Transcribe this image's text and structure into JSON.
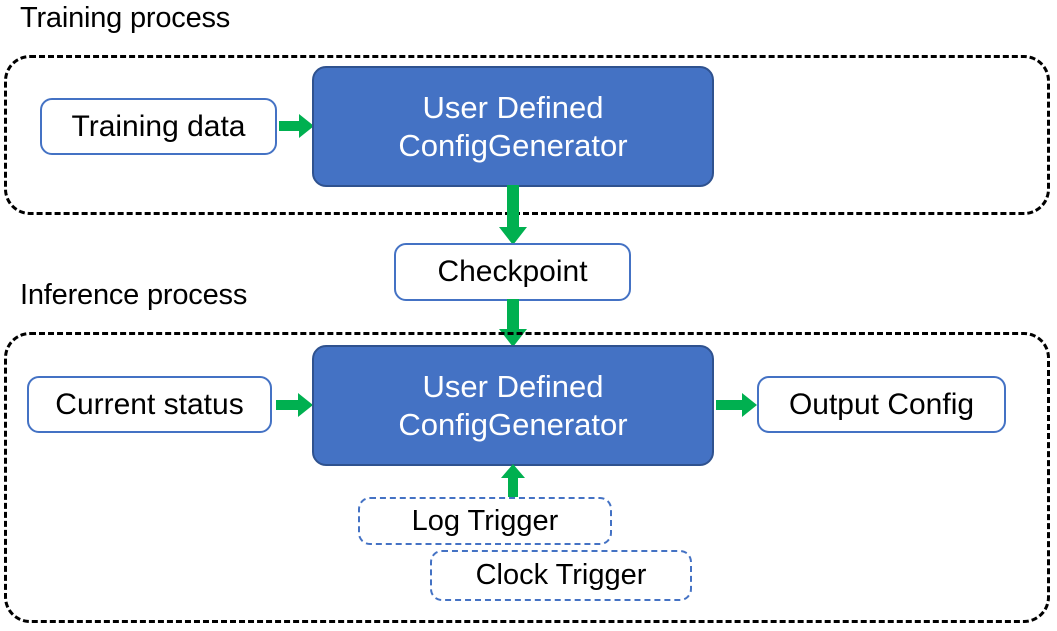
{
  "diagram": {
    "title_training": "Training process",
    "title_inference": "Inference process",
    "accent_blue": "#4472C4",
    "accent_blue_dark": "#2F528F",
    "accent_green": "#00B050",
    "container_border": "#000000"
  },
  "training": {
    "label": "Training process",
    "input": {
      "label": "Training data"
    },
    "processor": {
      "line1": "User Defined",
      "line2": "ConfigGenerator"
    }
  },
  "checkpoint": {
    "label": "Checkpoint"
  },
  "inference": {
    "label": "Inference process",
    "input": {
      "label": "Current status"
    },
    "processor": {
      "line1": "User Defined",
      "line2": "ConfigGenerator"
    },
    "output": {
      "label": "Output Config"
    },
    "triggers": [
      {
        "label": "Log Trigger"
      },
      {
        "label": "Clock Trigger"
      }
    ]
  },
  "arrows": [
    {
      "name": "training-data-to-generator",
      "direction": "right"
    },
    {
      "name": "training-generator-to-checkpoint",
      "direction": "down"
    },
    {
      "name": "checkpoint-to-inference-generator",
      "direction": "down"
    },
    {
      "name": "current-status-to-generator",
      "direction": "right"
    },
    {
      "name": "generator-to-output-config",
      "direction": "right"
    },
    {
      "name": "log-trigger-to-generator",
      "direction": "up"
    }
  ]
}
